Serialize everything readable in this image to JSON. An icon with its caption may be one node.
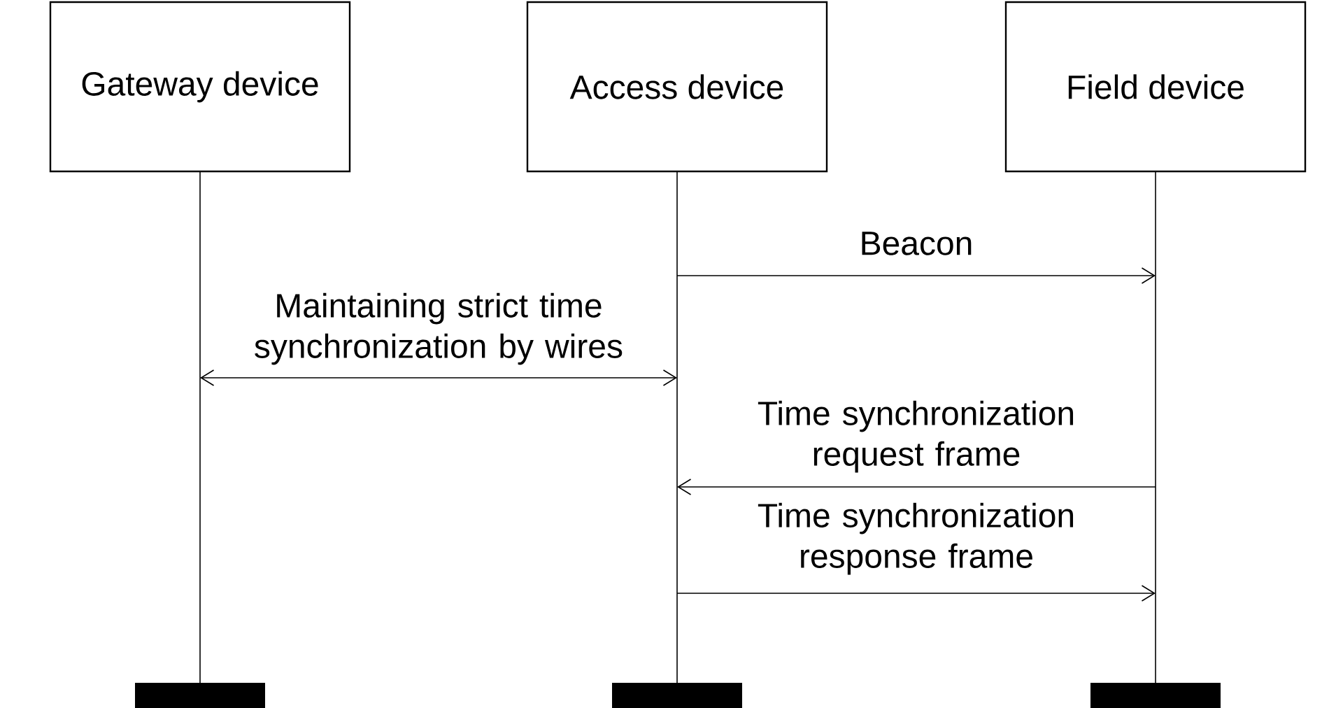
{
  "diagram": {
    "nodes": [
      {
        "text": [
          "Gateway device"
        ]
      },
      {
        "text": [
          "Access device"
        ]
      },
      {
        "text": [
          "Field device"
        ]
      },
      {
        "text": [],
        "shape": "line"
      },
      {
        "text": [],
        "shape": "line"
      },
      {
        "text": [],
        "shape": "line"
      },
      {
        "text": [],
        "shape": "bar"
      },
      {
        "text": [],
        "shape": "bar"
      },
      {
        "text": [],
        "shape": "bar"
      }
    ],
    "edges": [
      {
        "from": 4,
        "to": 5,
        "arrow": "to",
        "label": "Beacon"
      },
      {
        "from": 3,
        "to": 4,
        "arrow": "both",
        "label": "Maintaining strict time synchronization by wires"
      },
      {
        "from": 5,
        "to": 4,
        "arrow": "to",
        "label": "Time synchronization request frame"
      },
      {
        "from": 4,
        "to": 5,
        "arrow": "to",
        "label": "Time synchronization response frame"
      }
    ]
  }
}
